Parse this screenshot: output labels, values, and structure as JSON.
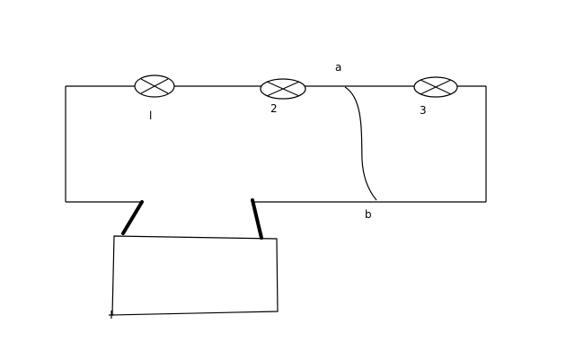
{
  "diagram": {
    "bulbs": [
      {
        "label": "l"
      },
      {
        "label": "2"
      },
      {
        "label": "3"
      }
    ],
    "points": {
      "a": "a",
      "b": "b"
    },
    "colors": {
      "line": "#000000",
      "background": "#ffffff"
    }
  }
}
